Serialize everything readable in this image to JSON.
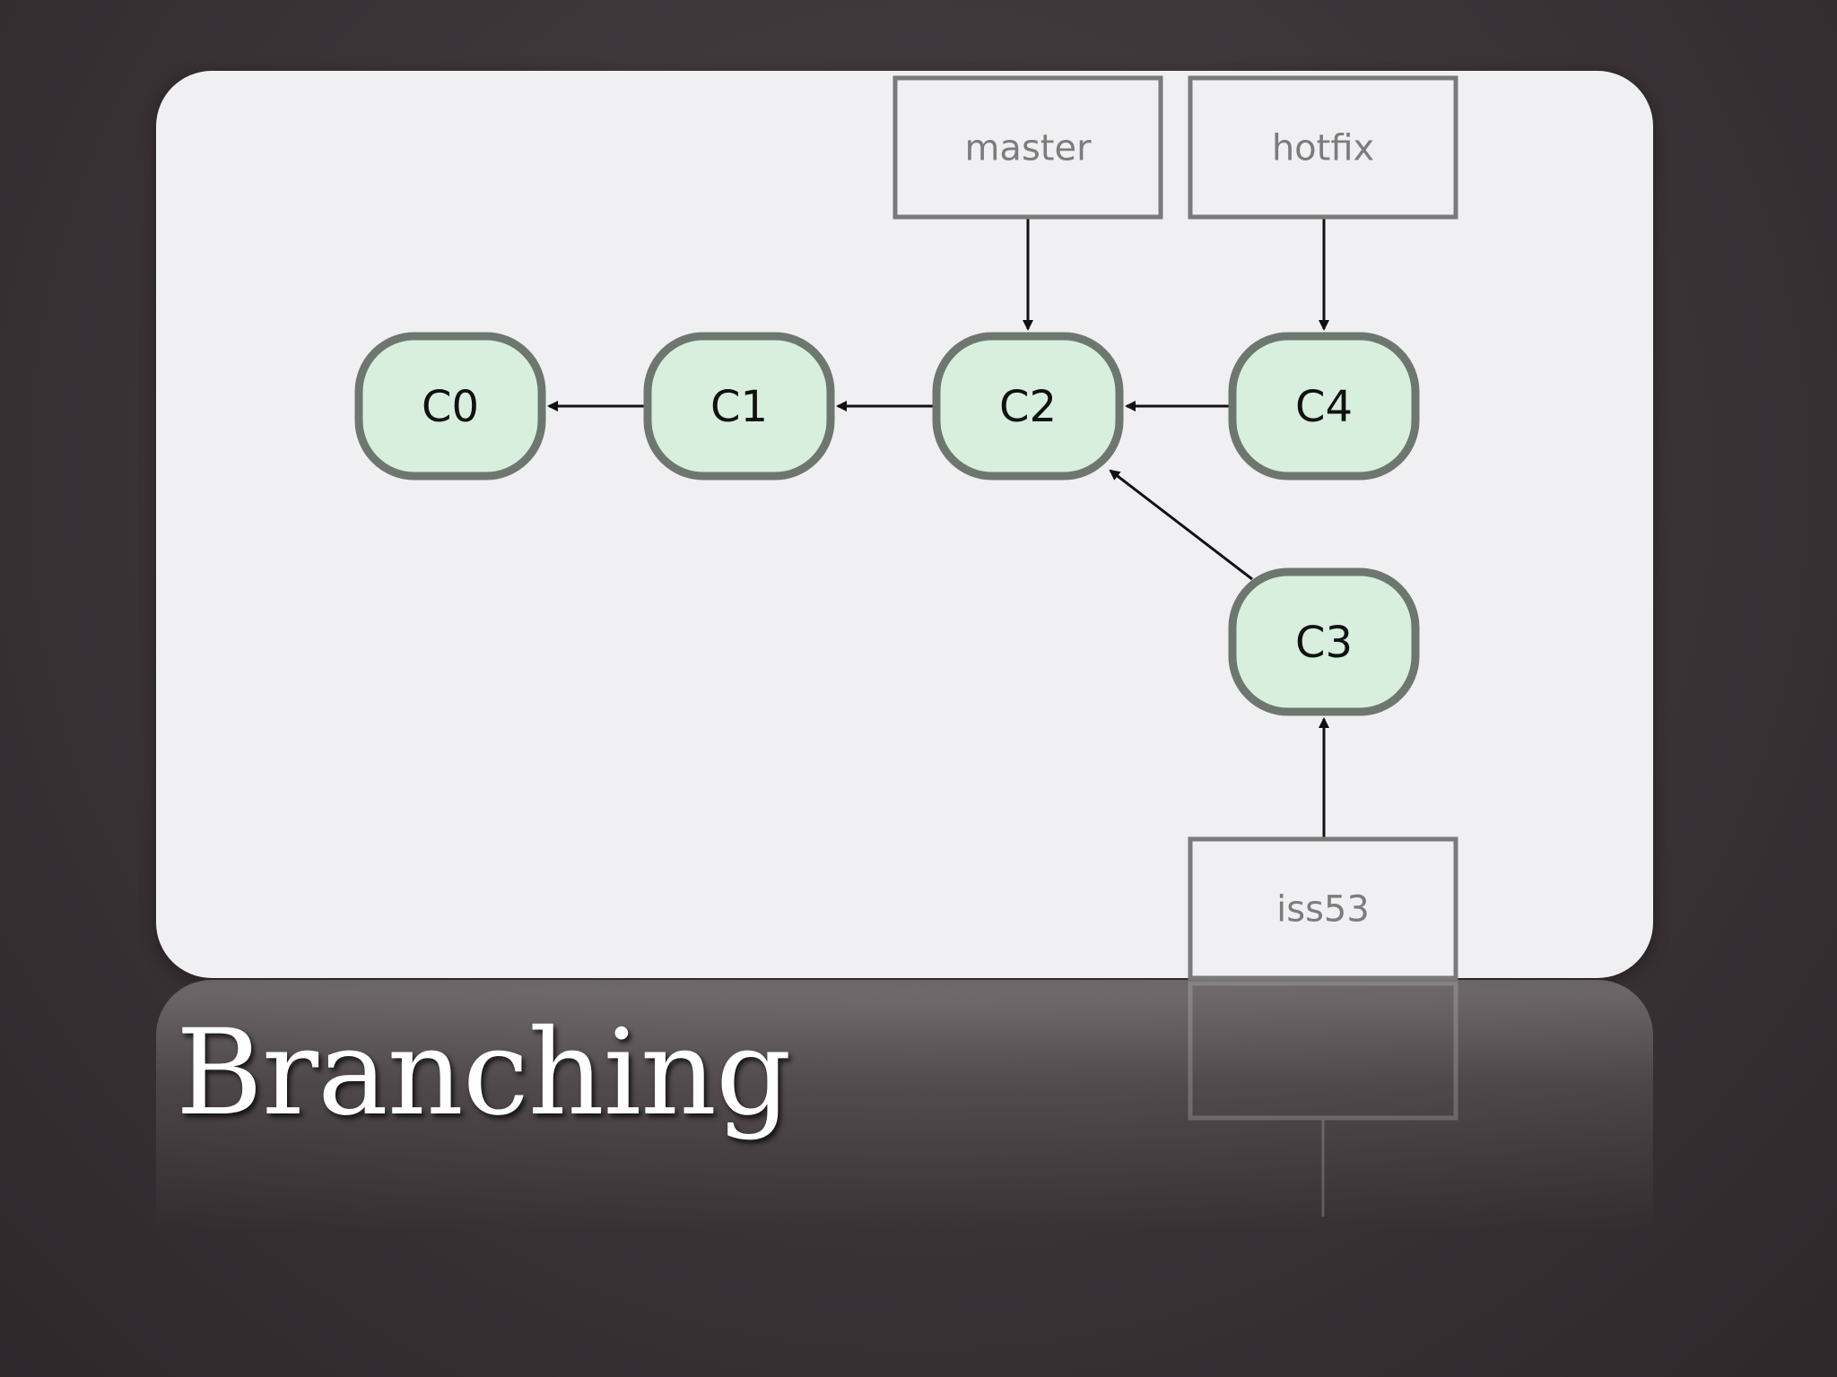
{
  "slide": {
    "title": "Branching"
  },
  "diagram": {
    "commits": [
      {
        "id": "C0",
        "label": "C0"
      },
      {
        "id": "C1",
        "label": "C1"
      },
      {
        "id": "C2",
        "label": "C2"
      },
      {
        "id": "C4",
        "label": "C4"
      },
      {
        "id": "C3",
        "label": "C3"
      }
    ],
    "branches": [
      {
        "id": "master",
        "label": "master",
        "points_to": "C2"
      },
      {
        "id": "hotfix",
        "label": "hotfix",
        "points_to": "C4"
      },
      {
        "id": "iss53",
        "label": "iss53",
        "points_to": "C3"
      }
    ],
    "parent_links": [
      {
        "from": "C1",
        "to": "C0"
      },
      {
        "from": "C2",
        "to": "C1"
      },
      {
        "from": "C4",
        "to": "C2"
      },
      {
        "from": "C3",
        "to": "C2"
      }
    ],
    "colors": {
      "commit_fill": "#d8efdd",
      "commit_stroke": "#6e776f",
      "branch_fill": "#f0eff1",
      "branch_stroke": "#7a7a7a",
      "branch_text": "#7c7c7c",
      "arrow": "#111111"
    }
  }
}
